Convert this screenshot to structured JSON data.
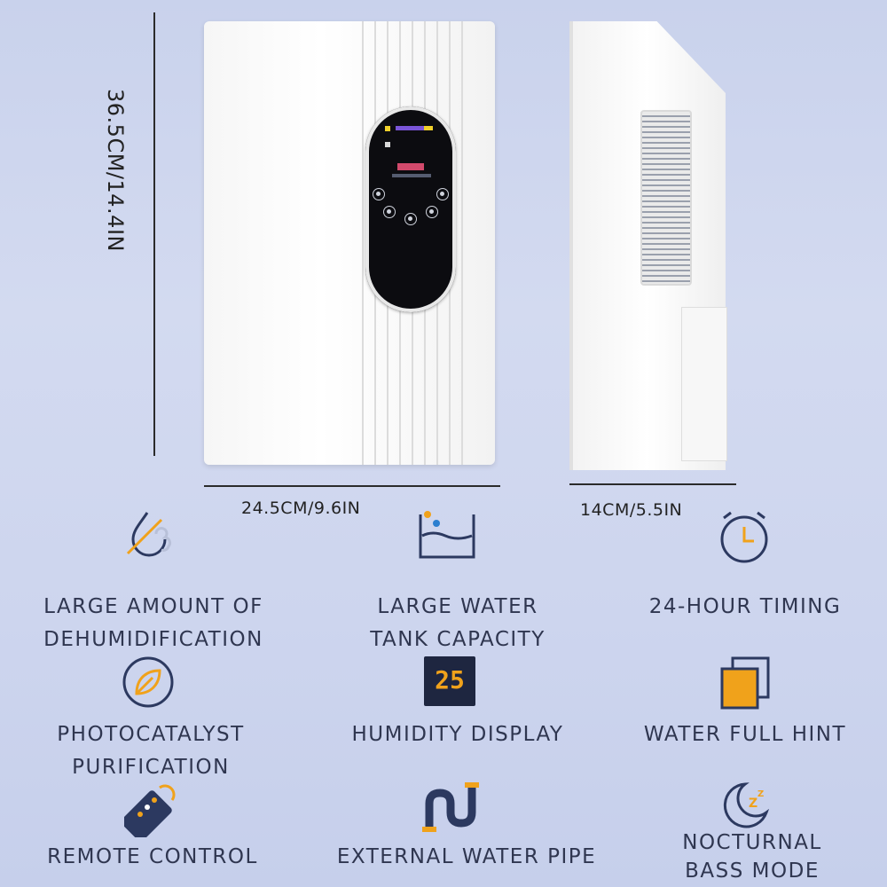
{
  "dimensions": {
    "height": "36.5CM/14.4IN",
    "width": "24.5CM/9.6IN",
    "depth": "14CM/5.5IN"
  },
  "features": [
    {
      "label": "LARGE AMOUNT OF DEHUMIDIFICATION",
      "icon": "dehumidification-icon"
    },
    {
      "label": "LARGE WATER TANK CAPACITY",
      "icon": "water-tank-icon"
    },
    {
      "label": "24-HOUR TIMING",
      "icon": "clock-icon"
    },
    {
      "label": "PHOTOCATALYST PURIFICATION",
      "icon": "leaf-icon"
    },
    {
      "label": "HUMIDITY DISPLAY",
      "icon": "humidity-display-icon",
      "display_value": "25"
    },
    {
      "label": "WATER FULL HINT",
      "icon": "water-full-icon"
    },
    {
      "label": "REMOTE CONTROL",
      "icon": "remote-control-icon"
    },
    {
      "label": "EXTERNAL WATER PIPE",
      "icon": "water-pipe-icon"
    },
    {
      "label": "NOCTURNAL BASS MODE",
      "icon": "moon-sleep-icon"
    }
  ],
  "colors": {
    "accent_orange": "#f0a21b",
    "icon_navy": "#2c3960",
    "text": "#2f3650"
  }
}
